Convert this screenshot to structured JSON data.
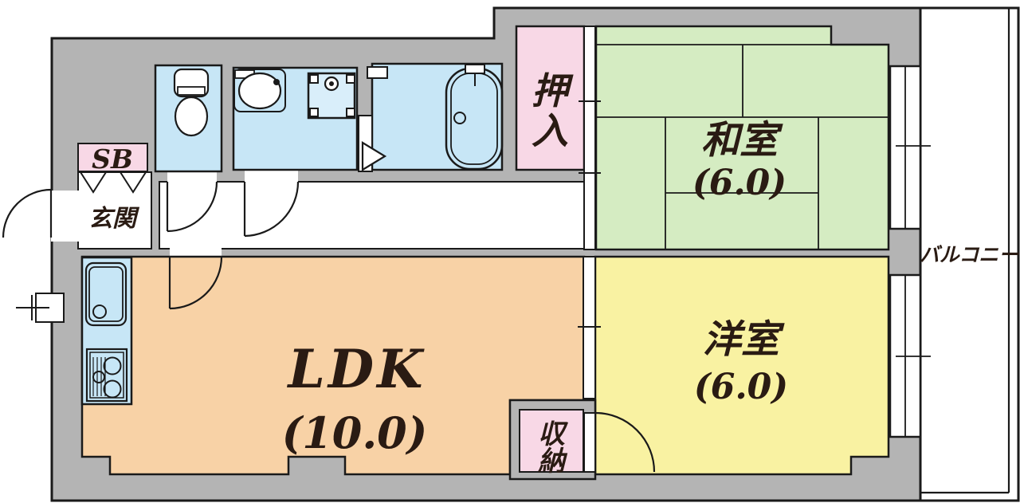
{
  "plan": {
    "rooms": {
      "ldk": {
        "label": "LDK",
        "size": "(10.0)"
      },
      "washitsu": {
        "label": "和室",
        "size": "(6.0)"
      },
      "youshitsu": {
        "label": "洋室",
        "size": "(6.0)"
      },
      "oshiire": {
        "char1": "押",
        "char2": "入"
      },
      "shuunou": {
        "char1": "収",
        "char2": "納"
      },
      "genkan": {
        "label": "玄関"
      },
      "shoebox": {
        "label": "SB"
      },
      "balcony": {
        "label": "バルコニー"
      }
    },
    "colors": {
      "wall": "#b4b4b4",
      "tatami_green": "#d5ecc2",
      "western_yellow": "#f9f2a2",
      "ldk_orange": "#f8d2a6",
      "wet_blue": "#c7e6f6",
      "closet_pink": "#f8d8e6",
      "paper_white": "#ffffff",
      "line": "#1a1a1a"
    }
  }
}
